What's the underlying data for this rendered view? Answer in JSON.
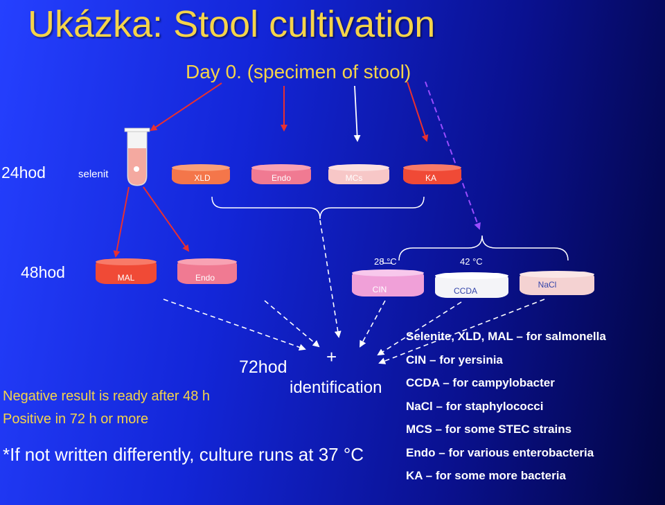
{
  "title": "Ukázka: Stool cultivation",
  "subtitle": "Day 0. (specimen of stool)",
  "rows": {
    "h24": "24hod",
    "h48": "48hod",
    "h72": "72hod"
  },
  "tube_label": "selenit",
  "plates_24h": [
    "XLD",
    "Endo",
    "MCs",
    "KA"
  ],
  "plates_48h": [
    "MAL",
    "Endo",
    "CIN",
    "CCDA",
    "NaCl"
  ],
  "temps": {
    "t28": "28 °C",
    "t42": "42 °C"
  },
  "plus": "+",
  "identification": "identification",
  "negative": "Negative result is ready after 48 h",
  "positive": "Positive in 72 h or more",
  "note": "*If not written differently, culture runs at 37 °C",
  "legend": [
    {
      "media": "Selenite, XLD, MAL",
      "target": "salmonella"
    },
    {
      "media": "CIN",
      "target": "yersinia"
    },
    {
      "media": "CCDA",
      "target": "campylobacter"
    },
    {
      "media": "NaCl",
      "target": "staphylococci"
    },
    {
      "media": "MCS",
      "target": "some STEC strains"
    },
    {
      "media": "Endo",
      "target": "various enterobacteria"
    },
    {
      "media": "KA",
      "target": "some more bacteria"
    }
  ],
  "legend_separator": "–",
  "legend_for": "for",
  "colors": {
    "title": "#f5d44a",
    "arrow_red": "#e83030",
    "arrow_purple": "#9a4cff",
    "plate_red": "#f04a36",
    "plate_orange": "#f4764a",
    "plate_pink": "#f07a92",
    "plate_light": "#f7c7c7"
  }
}
